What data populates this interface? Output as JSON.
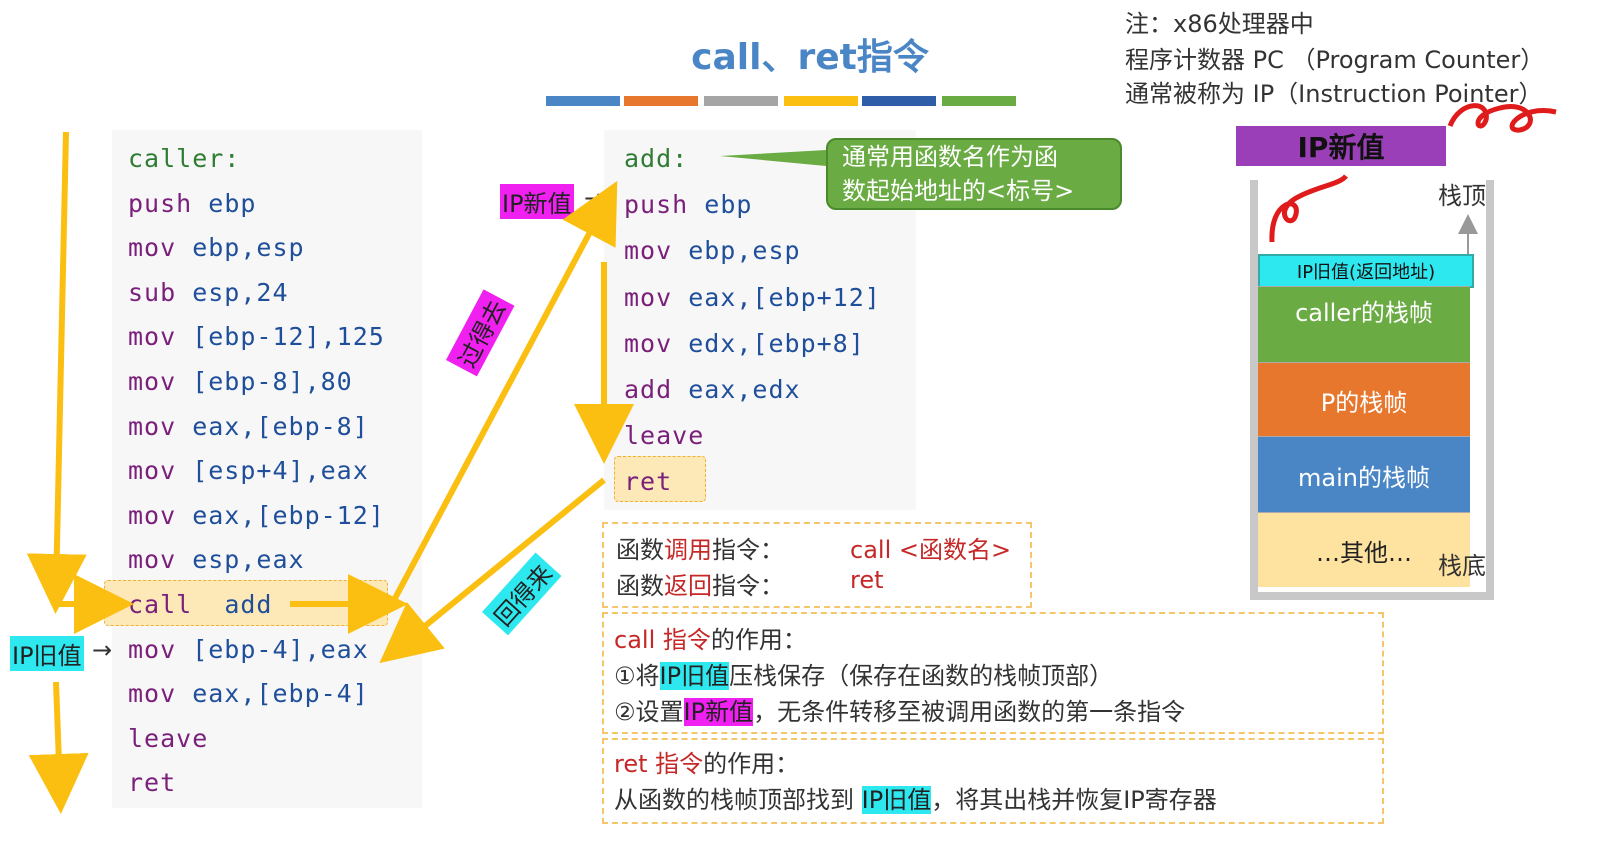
{
  "title": "call、ret指令",
  "title_bar_colors": [
    "#4a86c5",
    "#e8772e",
    "#a5a5a5",
    "#fbbf12",
    "#2f5da8",
    "#6aab43"
  ],
  "note": {
    "line1": "注：x86处理器中",
    "line2": "程序计数器 PC （Program Counter）",
    "line3": "通常被称为 IP（Instruction Pointer）"
  },
  "caller_code": {
    "label": "caller:",
    "lines": [
      {
        "op": "push",
        "args": " ebp"
      },
      {
        "op": "mov",
        "args": " ebp,esp"
      },
      {
        "op": "sub",
        "args": " esp,24"
      },
      {
        "op": "mov",
        "args": " [ebp-12],125"
      },
      {
        "op": "mov",
        "args": " [ebp-8],80"
      },
      {
        "op": "mov",
        "args": " eax,[ebp-8]"
      },
      {
        "op": "mov",
        "args": " [esp+4],eax"
      },
      {
        "op": "mov",
        "args": " eax,[ebp-12]"
      },
      {
        "op": "mov",
        "args": " esp,eax"
      },
      {
        "op": "call",
        "args": "  add"
      },
      {
        "op": "mov",
        "args": " [ebp-4],eax"
      },
      {
        "op": "mov",
        "args": " eax,[ebp-4]"
      },
      {
        "op": "leave",
        "args": ""
      },
      {
        "op": "ret",
        "args": ""
      }
    ]
  },
  "add_code": {
    "label": "add:",
    "lines": [
      {
        "op": "push",
        "args": " ebp"
      },
      {
        "op": "mov",
        "args": " ebp,esp"
      },
      {
        "op": "mov",
        "args": " eax,[ebp+12]"
      },
      {
        "op": "mov",
        "args": " edx,[ebp+8]"
      },
      {
        "op": "add",
        "args": " eax,edx"
      },
      {
        "op": "leave",
        "args": ""
      },
      {
        "op": "ret",
        "args": ""
      }
    ]
  },
  "callout": {
    "line1": "通常用函数名作为函",
    "line2": "数起始地址的<标号>"
  },
  "tags": {
    "ip_new": "IP新值",
    "ip_old": "IP旧值",
    "go": "过得去",
    "back": "回得来"
  },
  "instr_box": {
    "call_label_pre": "函数",
    "call_label_red": "调用",
    "call_label_post": "指令：",
    "call_value": "call <函数名>",
    "ret_label_pre": "函数",
    "ret_label_red": "返回",
    "ret_label_post": "指令：",
    "ret_value": "ret"
  },
  "call_box": {
    "head_red": "call 指令",
    "head_rest": "的作用：",
    "l1_pre": "①将",
    "l1_mark": "IP旧值",
    "l1_post": "压栈保存（保存在函数的栈帧顶部）",
    "l2_pre": "②设置",
    "l2_mark": "IP新值",
    "l2_post": "，无条件转移至被调用函数的第一条指令"
  },
  "ret_box": {
    "head_red": "ret 指令",
    "head_rest": "的作用：",
    "l1_pre": "从函数的栈帧顶部找到 ",
    "l1_mark": "IP旧值",
    "l1_post": "，将其出栈并恢复IP寄存器"
  },
  "stack": {
    "ip_new_label": "IP新值",
    "top_label": "栈顶",
    "bottom_label": "栈底",
    "frames": [
      {
        "label": "IP旧值(返回地址)",
        "color": "#2ee8f0"
      },
      {
        "label": "caller的栈帧",
        "color": "#6aab43"
      },
      {
        "label": "P的栈帧",
        "color": "#e8772e"
      },
      {
        "label": "main的栈帧",
        "color": "#4a86c5"
      },
      {
        "label": "…其他…",
        "color": "#fde2a0"
      }
    ]
  }
}
